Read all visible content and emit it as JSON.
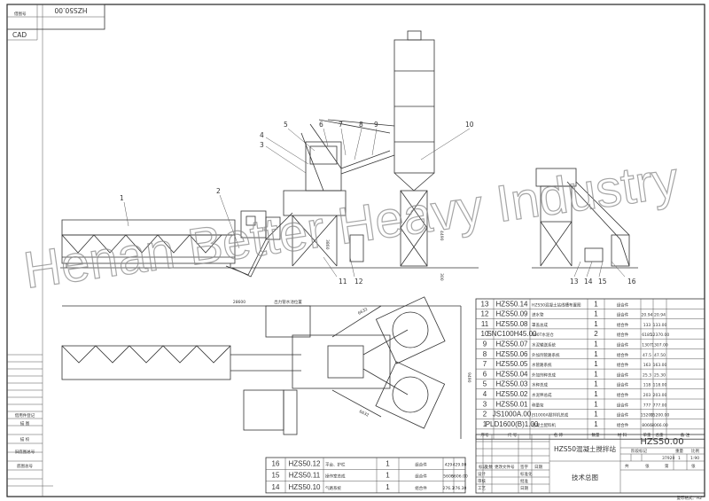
{
  "drawing": {
    "watermark": "Henan Better Heavy Industry",
    "top_left_box": {
      "label": "借图号",
      "code_mirrored": "HZS50.00",
      "cad_label": "CAD"
    },
    "side_strip_labels": [
      "借用件登记",
      "描 图",
      "描 校",
      "旧底图总号",
      "底图总号"
    ],
    "dimensions": {
      "overall_length": "28600",
      "diag_1": "6632",
      "diag_2": "6632",
      "plan_width": "9490",
      "height_discharge": "3860",
      "height_silo_leg": "4490",
      "foundation": "300"
    },
    "plan_note": "出力管水池位置",
    "callouts": [
      "1",
      "2",
      "3",
      "4",
      "5",
      "6",
      "7",
      "8",
      "9",
      "10",
      "11",
      "12",
      "13",
      "14",
      "15",
      "16"
    ]
  },
  "parts_table": {
    "headers": [
      "序号",
      "代 号",
      "名 称",
      "数量",
      "材 料",
      "单重",
      "总重",
      "备 注"
    ],
    "rows": [
      {
        "no": "13",
        "code": "HZS50.14",
        "name": "HZS50混凝土站线槽布置图",
        "qty": "1",
        "material": "组合件",
        "unit": "",
        "total": ""
      },
      {
        "no": "12",
        "code": "HZS50.09",
        "name": "进水管",
        "qty": "1",
        "material": "组合件",
        "unit": "20.94",
        "total": "20.94"
      },
      {
        "no": "11",
        "code": "HZS50.08",
        "name": "罩盖总成",
        "qty": "1",
        "material": "组合件",
        "unit": "133",
        "total": "133.00"
      },
      {
        "no": "10",
        "code": "SNC100H45.00",
        "name": "100T水泥仓",
        "qty": "2",
        "material": "组合件",
        "unit": "6185",
        "total": "12370.00"
      },
      {
        "no": "9",
        "code": "HZS50.07",
        "name": "水泥输送系统",
        "qty": "1",
        "material": "组合件",
        "unit": "1307",
        "total": "1307.00"
      },
      {
        "no": "8",
        "code": "HZS50.06",
        "name": "外加剂管路系统",
        "qty": "1",
        "material": "组合件",
        "unit": "47.5",
        "total": "47.50"
      },
      {
        "no": "7",
        "code": "HZS50.05",
        "name": "水管路系统",
        "qty": "1",
        "material": "组合件",
        "unit": "163",
        "total": "163.00"
      },
      {
        "no": "6",
        "code": "HZS50.04",
        "name": "外加剂秤总成",
        "qty": "1",
        "material": "组合件",
        "unit": "25.3",
        "total": "25.30"
      },
      {
        "no": "5",
        "code": "HZS50.03",
        "name": "水秤总成",
        "qty": "1",
        "material": "组合件",
        "unit": "118",
        "total": "118.00"
      },
      {
        "no": "4",
        "code": "HZS50.02",
        "name": "水泥秤总成",
        "qty": "1",
        "material": "组合件",
        "unit": "203",
        "total": "203.00"
      },
      {
        "no": "3",
        "code": "HZS50.01",
        "name": "称量架",
        "qty": "1",
        "material": "组合件",
        "unit": "777",
        "total": "777.00"
      },
      {
        "no": "2",
        "code": "JS1000A.00",
        "name": "JS1000A搅拌机总成",
        "qty": "1",
        "material": "组合件",
        "unit": "15200",
        "total": "15200.00"
      },
      {
        "no": "1",
        "code": "PLD1600(B)1.00",
        "name": "混凝土配料机",
        "qty": "1",
        "material": "组合件",
        "unit": "8066",
        "total": "8066.00"
      }
    ]
  },
  "lower_table": {
    "rows": [
      {
        "no": "16",
        "code": "HZS50.12",
        "name": "平台、护栏",
        "qty": "1",
        "material": "组合件",
        "unit": "429",
        "total": "429.00"
      },
      {
        "no": "15",
        "code": "HZS50.11",
        "name": "操作室总成",
        "qty": "1",
        "material": "组合件",
        "unit": "5606",
        "total": "5606.00"
      },
      {
        "no": "14",
        "code": "HZS50.10",
        "name": "气路系统",
        "qty": "1",
        "material": "组合件",
        "unit": "276.3",
        "total": "276.30"
      }
    ]
  },
  "title_block": {
    "product_name": "HZS50混凝土搅拌站",
    "drawing_name": "技术总图",
    "drawing_code": "HZS50.00",
    "weight": "37920",
    "quantity": "1",
    "scale": "1:90",
    "stage_label": "阶段标记",
    "weight_label": "重量",
    "scale_label": "比例",
    "sheet_labels": [
      "共",
      "张",
      "第",
      "张"
    ],
    "rev_headers": [
      "标记",
      "处数",
      "更改文件号",
      "签字",
      "日期"
    ],
    "sign_labels": [
      "设计",
      "审核",
      "工艺",
      "批准",
      "标准化",
      "日期"
    ],
    "format": "复印格式：A2"
  }
}
